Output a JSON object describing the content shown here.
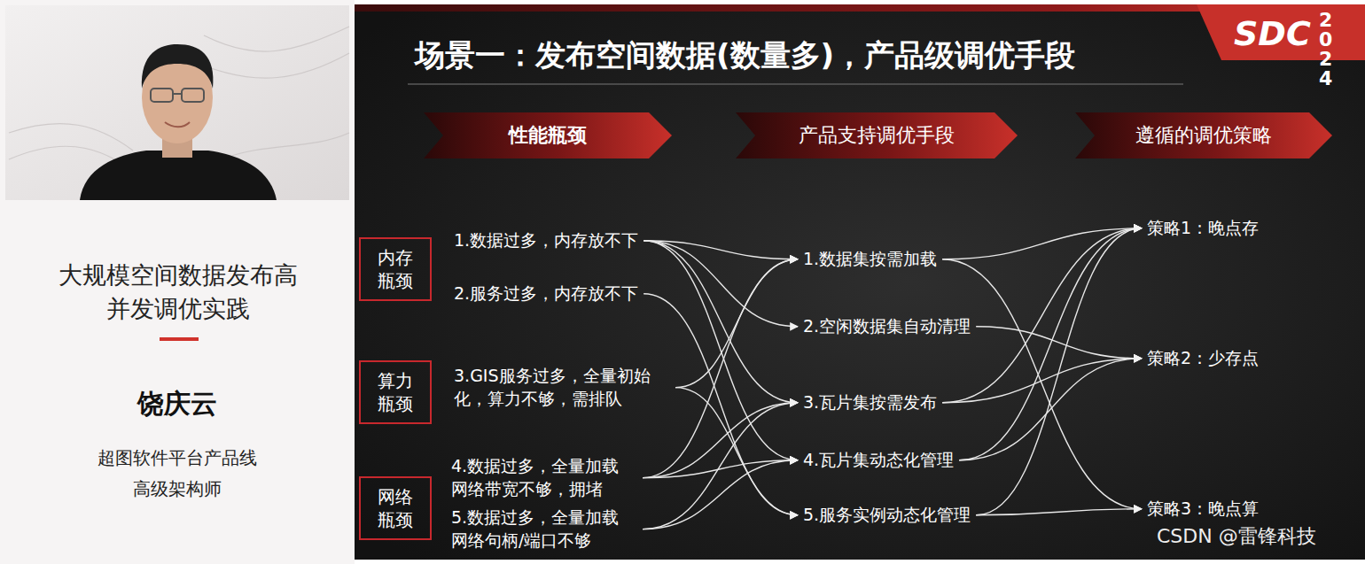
{
  "diagram": {
    "title": "场景一：发布空间数据(数量多)，产品级调优手段",
    "nodes": [
      {
        "text": [
          "性能瓶颈"
        ]
      },
      {
        "text": [
          "产品支持调优手段"
        ]
      },
      {
        "text": [
          "遵循的调优策略"
        ]
      },
      {
        "text": [
          "内存瓶颈"
        ]
      },
      {
        "text": [
          "1.数据过多，内存放不下"
        ]
      },
      {
        "text": [
          "2.服务过多，内存放不下"
        ]
      },
      {
        "text": [
          "算力瓶颈"
        ]
      },
      {
        "text": [
          "3.GIS服务过多，全量初始化，算力不够，需排队"
        ]
      },
      {
        "text": [
          "网络瓶颈"
        ]
      },
      {
        "text": [
          "4.数据过多，全量加载 网络带宽不够，拥堵"
        ]
      },
      {
        "text": [
          "5.数据过多，全量加载 网络句柄/端口不够"
        ]
      },
      {
        "text": [
          "1.数据集按需加载"
        ]
      },
      {
        "text": [
          "2.空闲数据集自动清理"
        ]
      },
      {
        "text": [
          "3.瓦片集按需发布"
        ]
      },
      {
        "text": [
          "4.瓦片集动态化管理"
        ]
      },
      {
        "text": [
          "5.服务实例动态化管理"
        ]
      },
      {
        "text": [
          "策略1：晚点存"
        ]
      },
      {
        "text": [
          "策略2：少存点"
        ]
      },
      {
        "text": [
          "策略3：晚点算"
        ]
      }
    ],
    "edges": [
      {
        "from": 4,
        "to": 11,
        "arrow": "to"
      },
      {
        "from": 4,
        "to": 12,
        "arrow": "to"
      },
      {
        "from": 4,
        "to": 13,
        "arrow": "to"
      },
      {
        "from": 4,
        "to": 14,
        "arrow": "to"
      },
      {
        "from": 5,
        "to": 15,
        "arrow": "to"
      },
      {
        "from": 7,
        "to": 11,
        "arrow": "to"
      },
      {
        "from": 7,
        "to": 15,
        "arrow": "to"
      },
      {
        "from": 9,
        "to": 11,
        "arrow": "to"
      },
      {
        "from": 9,
        "to": 13,
        "arrow": "to"
      },
      {
        "from": 9,
        "to": 14,
        "arrow": "to"
      },
      {
        "from": 10,
        "to": 13,
        "arrow": "to"
      },
      {
        "from": 10,
        "to": 14,
        "arrow": "to"
      },
      {
        "from": 11,
        "to": 16,
        "arrow": "to"
      },
      {
        "from": 11,
        "to": 18,
        "arrow": "to"
      },
      {
        "from": 12,
        "to": 17,
        "arrow": "to"
      },
      {
        "from": 13,
        "to": 16,
        "arrow": "to"
      },
      {
        "from": 13,
        "to": 17,
        "arrow": "to"
      },
      {
        "from": 14,
        "to": 16,
        "arrow": "to"
      },
      {
        "from": 14,
        "to": 17,
        "arrow": "to"
      },
      {
        "from": 15,
        "to": 16,
        "arrow": "to"
      },
      {
        "from": 15,
        "to": 18,
        "arrow": "to"
      }
    ],
    "labels": [
      "大规模空间数据发布高并发调优实践",
      "饶庆云",
      "超图软件平台产品线 高级架构师",
      "SDC",
      "2024",
      "CSDN @雷锋科技"
    ]
  }
}
